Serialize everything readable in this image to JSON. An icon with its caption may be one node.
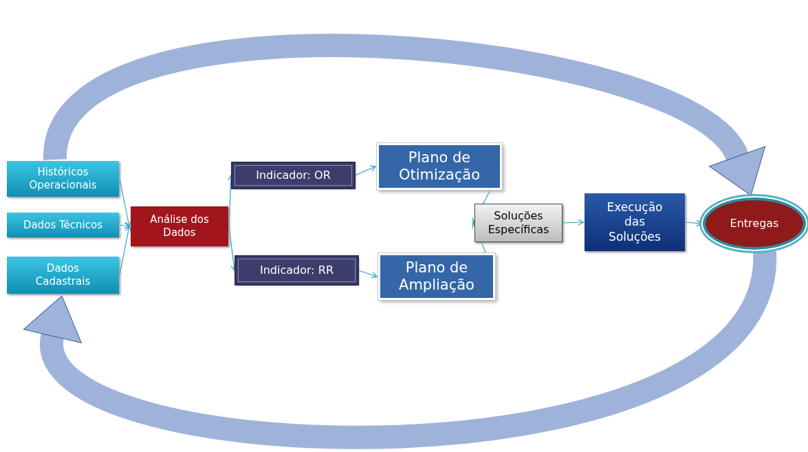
{
  "diagram": {
    "nodes": [
      {
        "text": [
          "Históricos Operacionais"
        ]
      },
      {
        "text": [
          "Dados Técnicos"
        ]
      },
      {
        "text": [
          "Dados Cadastrais"
        ]
      },
      {
        "text": [
          "Análise dos Dados"
        ]
      },
      {
        "text": [
          "Indicador: OR"
        ]
      },
      {
        "text": [
          "Indicador: RR"
        ]
      },
      {
        "text": [
          "Plano de Otimização"
        ]
      },
      {
        "text": [
          "Plano de Ampliação"
        ]
      },
      {
        "text": [
          "Soluções Específicas"
        ]
      },
      {
        "text": [
          "Execução das Soluções"
        ]
      },
      {
        "text": [
          "Entregas"
        ]
      }
    ],
    "edges": [
      {
        "from": 0,
        "to": 3,
        "arrow": "to"
      },
      {
        "from": 1,
        "to": 3,
        "arrow": "to"
      },
      {
        "from": 2,
        "to": 3,
        "arrow": "to"
      },
      {
        "from": 3,
        "to": 4,
        "arrow": "to"
      },
      {
        "from": 3,
        "to": 5,
        "arrow": "to"
      },
      {
        "from": 4,
        "to": 6,
        "arrow": "to"
      },
      {
        "from": 5,
        "to": 7,
        "arrow": "to"
      },
      {
        "from": 6,
        "to": 8,
        "arrow": "to"
      },
      {
        "from": 7,
        "to": 8,
        "arrow": "to"
      },
      {
        "from": 8,
        "to": 9,
        "arrow": "to"
      },
      {
        "from": 9,
        "to": 10,
        "arrow": "to"
      },
      {
        "from": 0,
        "to": 10,
        "arrow": "to",
        "style": "thick",
        "color": "#9fb3da"
      },
      {
        "from": 10,
        "to": 2,
        "arrow": "to",
        "style": "thick",
        "color": "#9fb3da"
      }
    ]
  }
}
